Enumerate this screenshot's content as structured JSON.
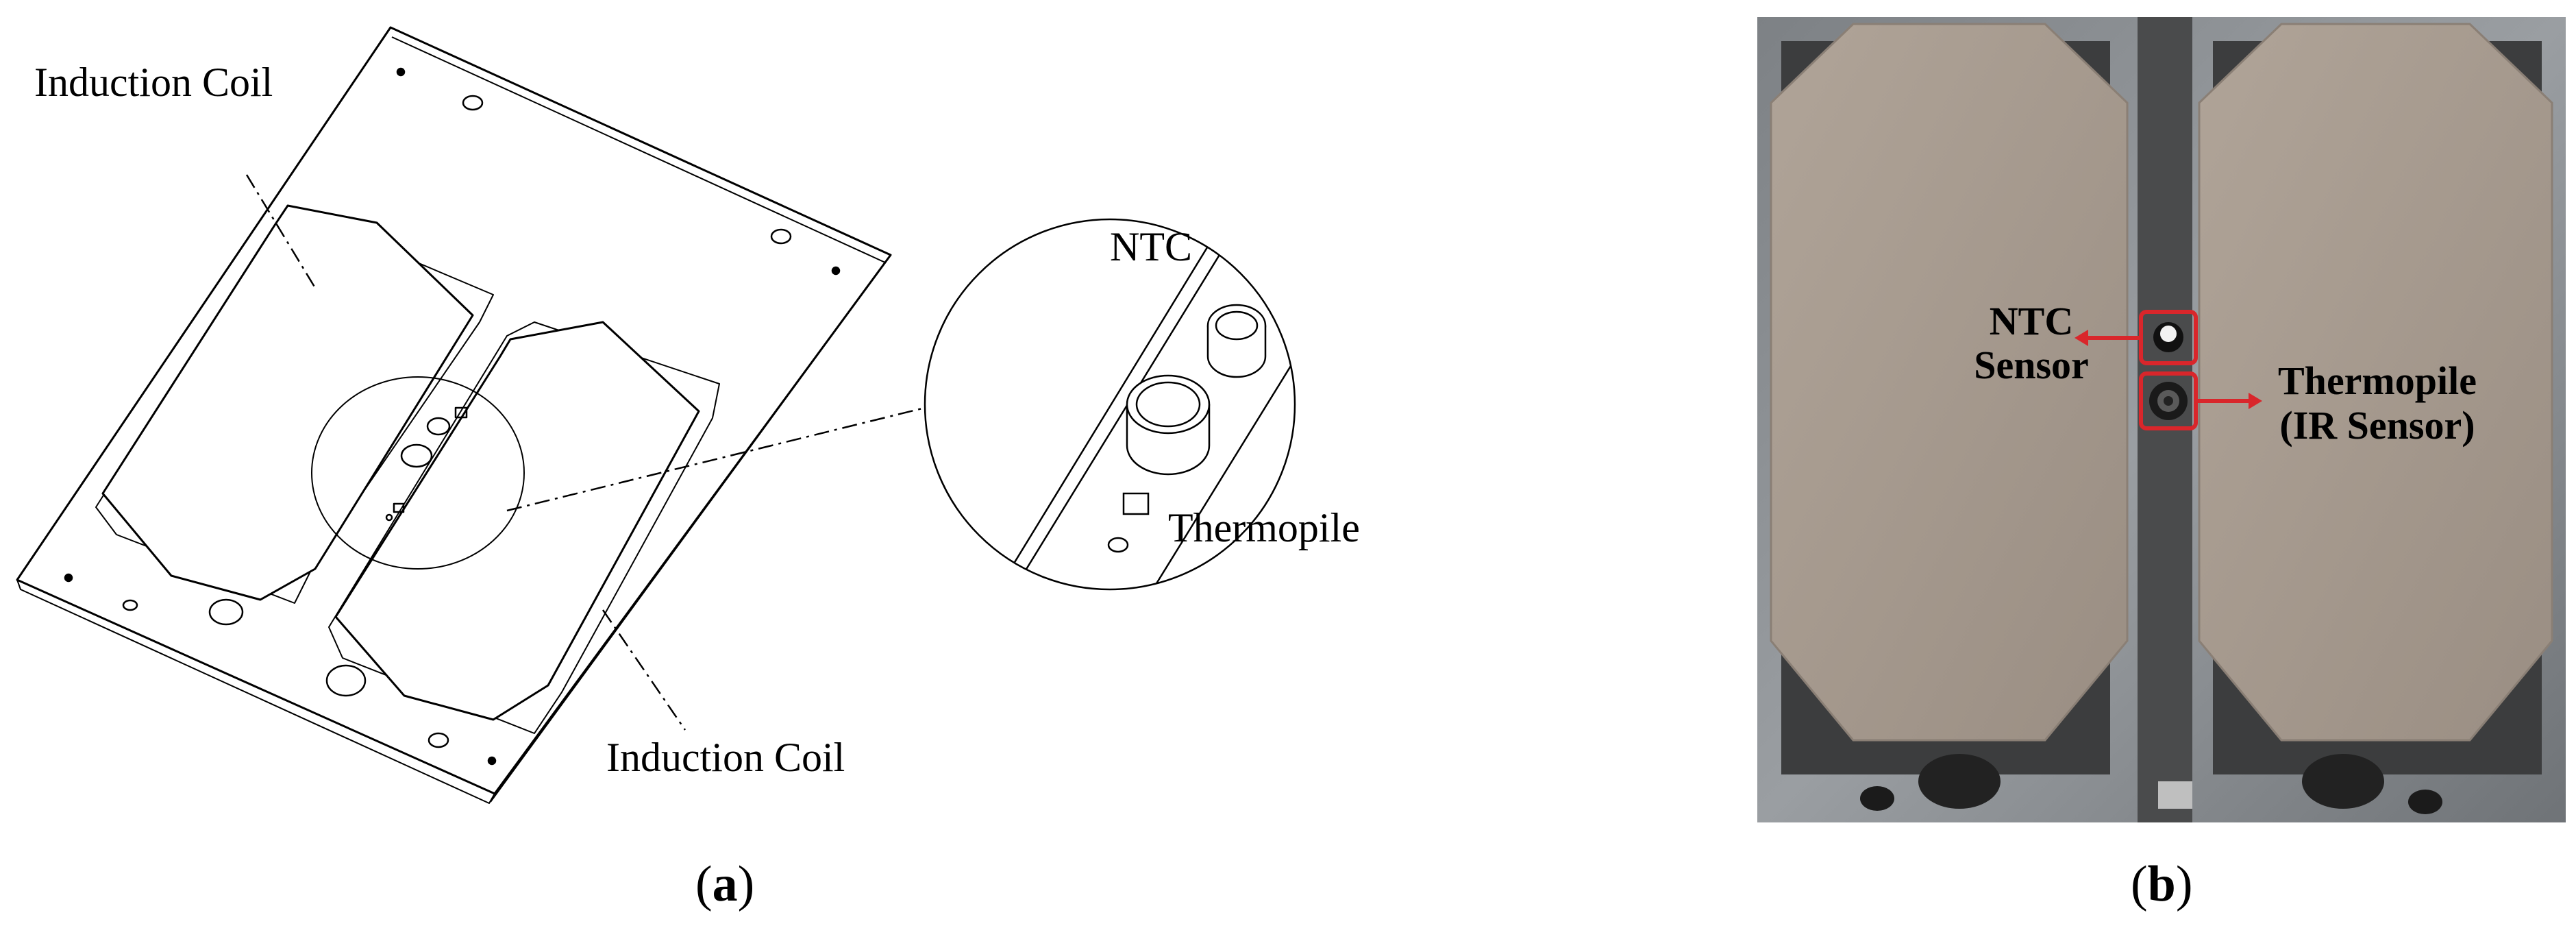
{
  "panel_a": {
    "labels": {
      "coil_top": "Induction Coil",
      "coil_bottom": "Induction Coil",
      "ntc": "NTC",
      "thermopile": "Thermopile"
    },
    "caption": {
      "open": "(",
      "letter": "a",
      "close": ")"
    }
  },
  "panel_b": {
    "labels": {
      "ntc_line1": "NTC",
      "ntc_line2": "Sensor",
      "thermo_line1": "Thermopile",
      "thermo_line2": "(IR Sensor)"
    },
    "caption": {
      "open": "(",
      "letter": "b",
      "close": ")"
    },
    "colors": {
      "annotation": "#d9262b",
      "pad": "#a69a8f",
      "plate": "#8c8f92"
    }
  }
}
